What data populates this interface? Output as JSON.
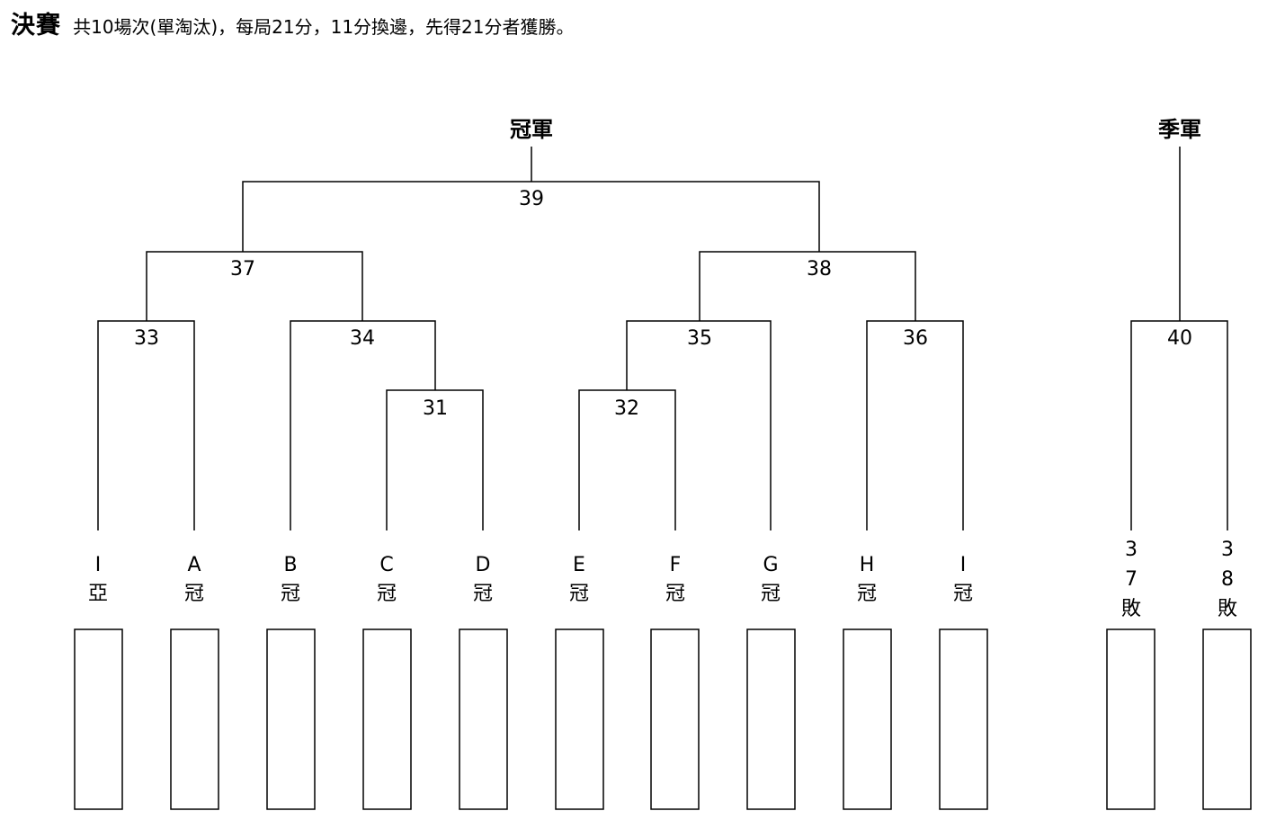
{
  "header": {
    "title": "決賽",
    "description": "共10場次(單淘汰)，每局21分，11分換邊，先得21分者獲勝。"
  },
  "final_label": "冠軍",
  "third_place_label": "季軍",
  "matches": [
    "31",
    "32",
    "33",
    "34",
    "35",
    "36",
    "37",
    "38",
    "39",
    "40"
  ],
  "entries": [
    {
      "letter": "I",
      "rank": "亞"
    },
    {
      "letter": "A",
      "rank": "冠"
    },
    {
      "letter": "B",
      "rank": "冠"
    },
    {
      "letter": "C",
      "rank": "冠"
    },
    {
      "letter": "D",
      "rank": "冠"
    },
    {
      "letter": "E",
      "rank": "冠"
    },
    {
      "letter": "F",
      "rank": "冠"
    },
    {
      "letter": "G",
      "rank": "冠"
    },
    {
      "letter": "H",
      "rank": "冠"
    },
    {
      "letter": "I",
      "rank": "冠"
    }
  ],
  "third_entries": [
    {
      "lines": [
        "3",
        "7",
        "敗"
      ]
    },
    {
      "lines": [
        "3",
        "8",
        "敗"
      ]
    }
  ]
}
